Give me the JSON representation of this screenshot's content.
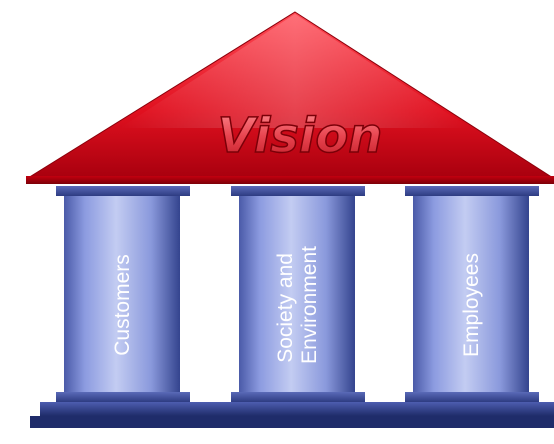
{
  "roof": {
    "label": "Vision"
  },
  "pillars": [
    {
      "lines": [
        "Customers"
      ]
    },
    {
      "lines": [
        "Society and",
        "Environment"
      ]
    },
    {
      "lines": [
        "Employees"
      ]
    }
  ],
  "colors": {
    "roof_top": "#ff2a3a",
    "roof_bottom": "#c40012",
    "pillar_light": "#bcc8f0",
    "pillar_mid": "#7f90d8",
    "pillar_dark": "#3b4c9a",
    "base": "#2f3f86"
  }
}
